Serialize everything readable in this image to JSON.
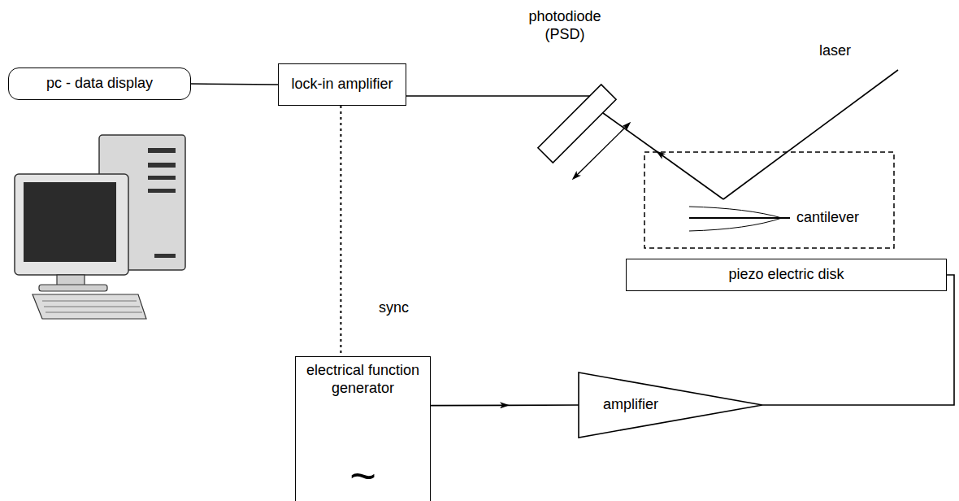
{
  "diagram": {
    "nodes": [
      {
        "text": [
          "pc - data display"
        ]
      },
      {
        "text": [
          "lock-in amplifier"
        ]
      },
      {
        "text": [
          "photodiode (PSD)"
        ]
      },
      {
        "text": [
          "piezo electric disk"
        ]
      },
      {
        "text": [
          "electrical function generator",
          "~"
        ]
      },
      {
        "text": [
          "amplifier"
        ]
      }
    ],
    "edges": [
      {
        "from": 0,
        "to": 1,
        "arrow": "none"
      },
      {
        "from": 1,
        "to": 2,
        "arrow": "none"
      },
      {
        "from": 1,
        "to": 4,
        "label": "sync",
        "arrow": "none"
      },
      {
        "from": 4,
        "to": 5,
        "arrow": "to"
      },
      {
        "from": 5,
        "to": 3,
        "arrow": "none"
      }
    ],
    "labels": [
      "laser",
      "cantilever"
    ]
  }
}
